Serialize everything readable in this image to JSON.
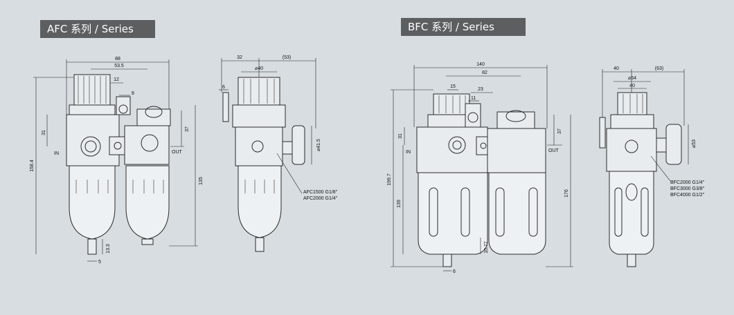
{
  "tags": {
    "afc": "AFC 系列 / Series",
    "bfc": "BFC 系列 / Series"
  },
  "afc": {
    "front": {
      "d88": "88",
      "d53_5": "53.5",
      "d12": "12",
      "d8": "8",
      "d31": "31",
      "d37": "37",
      "d158_4": "158.4",
      "d135": "135",
      "d13_3": "13.3",
      "d5": "5",
      "in_label": "IN",
      "out_label": "OUT"
    },
    "side": {
      "d32": "32",
      "d53": "(53)",
      "d40": "⌀40",
      "d6": "6",
      "d41_5": "⌀41.5",
      "port1": "AFC1500 G1/8\"",
      "port2": "AFC2000 G1/4\""
    }
  },
  "bfc": {
    "front": {
      "d140": "140",
      "d82": "82",
      "d15": "15",
      "d23": "23",
      "d11": "11",
      "d31": "31",
      "d37": "37",
      "d199_7": "199.7",
      "d139": "139",
      "d176": "176",
      "d10_77": "10.77",
      "d6": "6",
      "in_label": "IN",
      "out_label": "OUT"
    },
    "side": {
      "d40": "40",
      "d63": "(63)",
      "d54": "⌀54",
      "d40b": "40",
      "d53": "⌀53",
      "port1": "BFC2000 G1/4\"",
      "port2": "BFC3000 G3/8\"",
      "port3": "BFC4000 G1/2\""
    }
  }
}
